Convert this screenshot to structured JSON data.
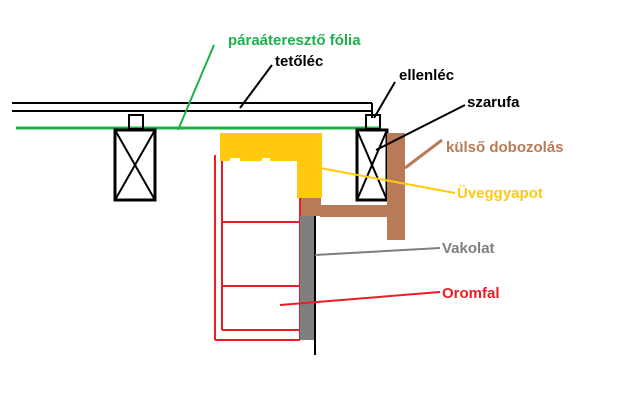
{
  "labels": {
    "foil": "páraáteresztő fólia",
    "batten": "tetőléc",
    "counter_batten": "ellenléc",
    "rafter": "szarufa",
    "boxing": "külső dobozolás",
    "glasswool": "Üveggyapot",
    "plaster": "Vakolat",
    "wall": "Oromfal"
  },
  "colors": {
    "foil": "#1db04a",
    "black": "#000000",
    "boxing": "#b97a57",
    "glasswool": "#ffc90e",
    "plaster": "#7f7f7f",
    "wall": "#ed1c24"
  }
}
